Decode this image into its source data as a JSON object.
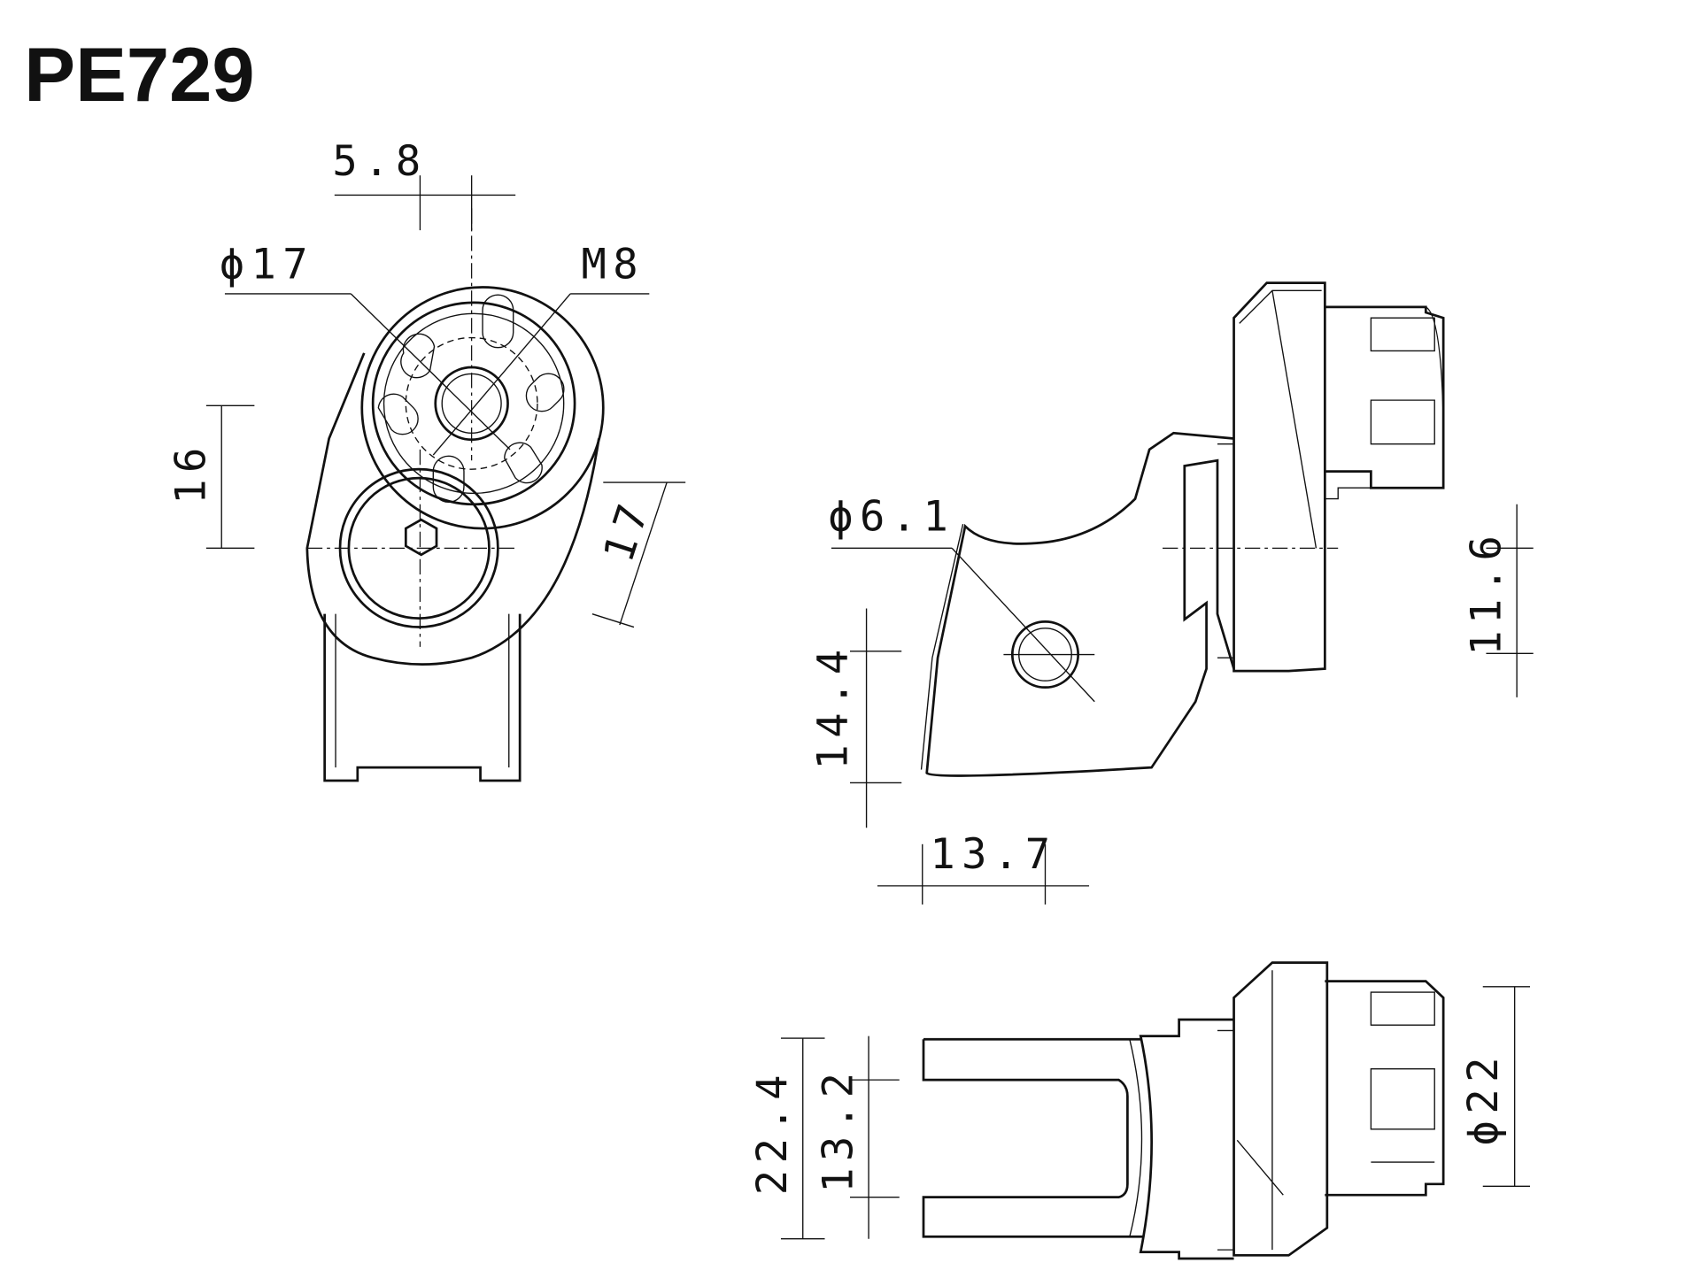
{
  "title": "PE729",
  "dimensions": {
    "d_5_8": "5.8",
    "dia_17": "ϕ17",
    "m8": "M8",
    "d_16": "16",
    "d_17": "17",
    "dia_6_1": "ϕ6.1",
    "d_11_6": "11.6",
    "d_14_4": "14.4",
    "d_13_7": "13.7",
    "d_22_4": "22.4",
    "d_13_2": "13.2",
    "dia_22": "ϕ22"
  }
}
